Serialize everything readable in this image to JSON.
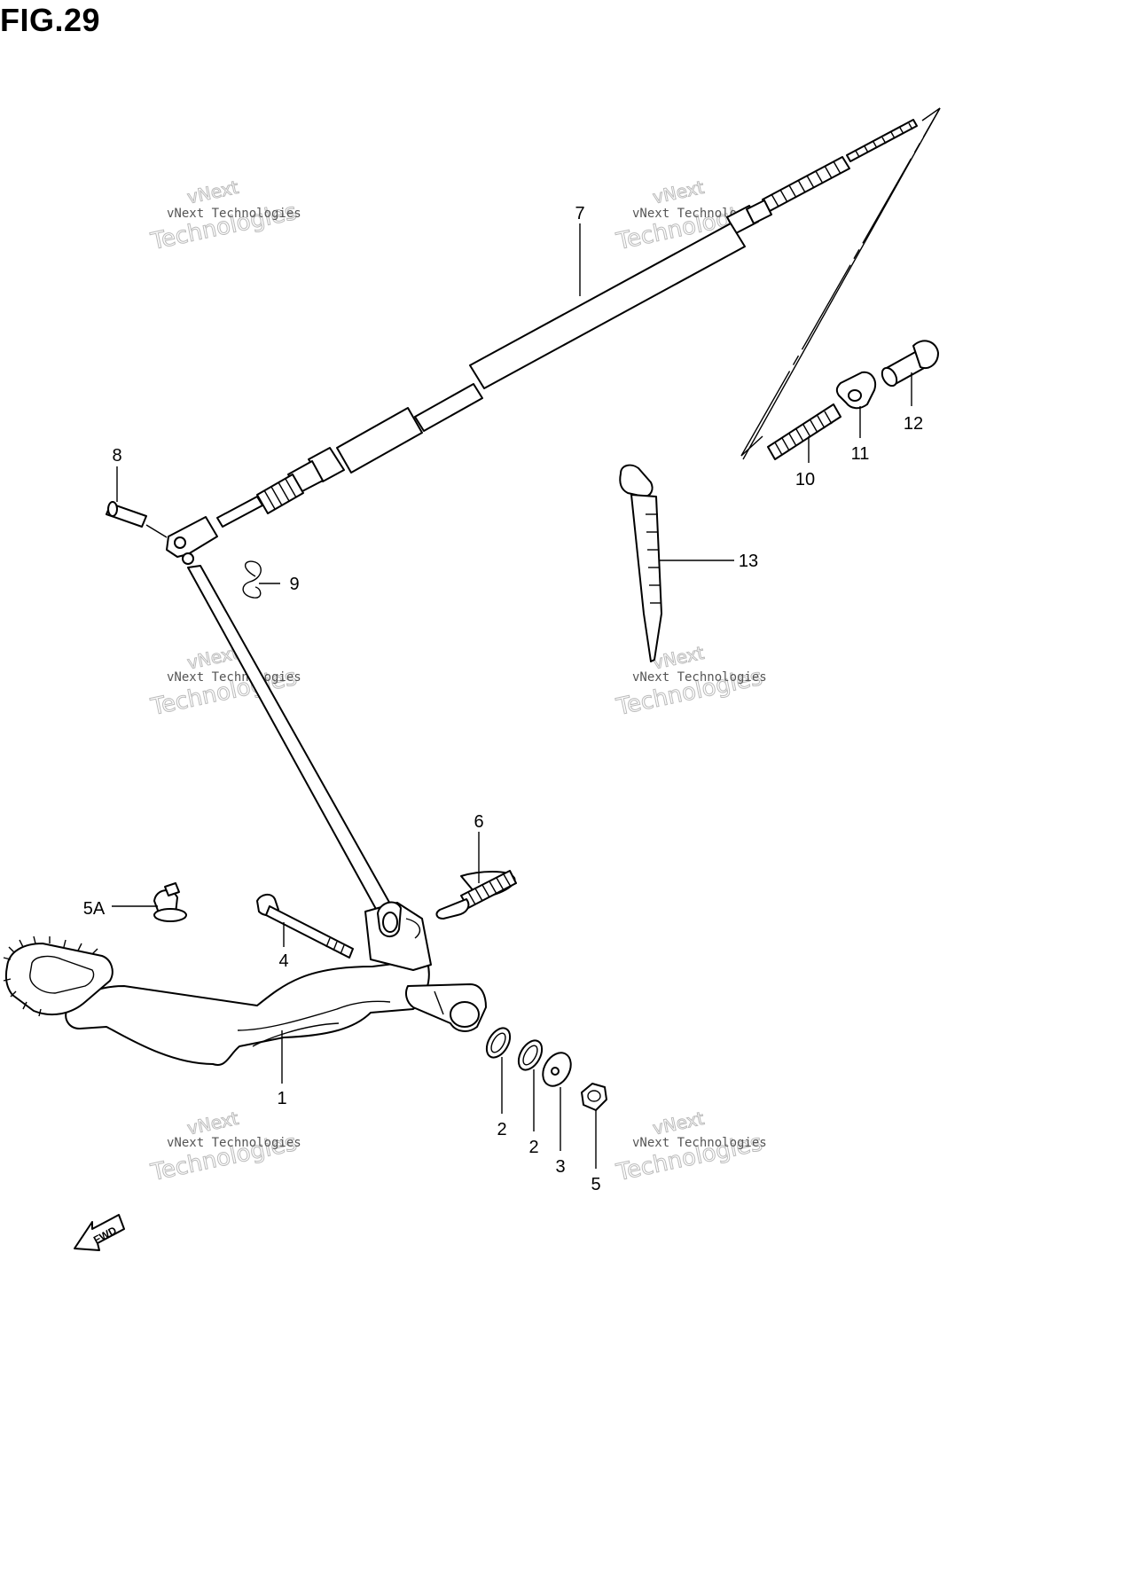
{
  "figure": {
    "title": "FIG.29"
  },
  "watermark": {
    "small": "vNext Technologies",
    "line1": "vNext",
    "line2": "Technologies"
  },
  "callouts": {
    "c1": "1",
    "c2a": "2",
    "c2b": "2",
    "c3": "3",
    "c4": "4",
    "c5": "5",
    "c5a": "5A",
    "c6": "6",
    "c7": "7",
    "c8": "8",
    "c9": "9",
    "c10": "10",
    "c11": "11",
    "c12": "12",
    "c13": "13"
  },
  "direction_marker": {
    "label": "FWD"
  }
}
